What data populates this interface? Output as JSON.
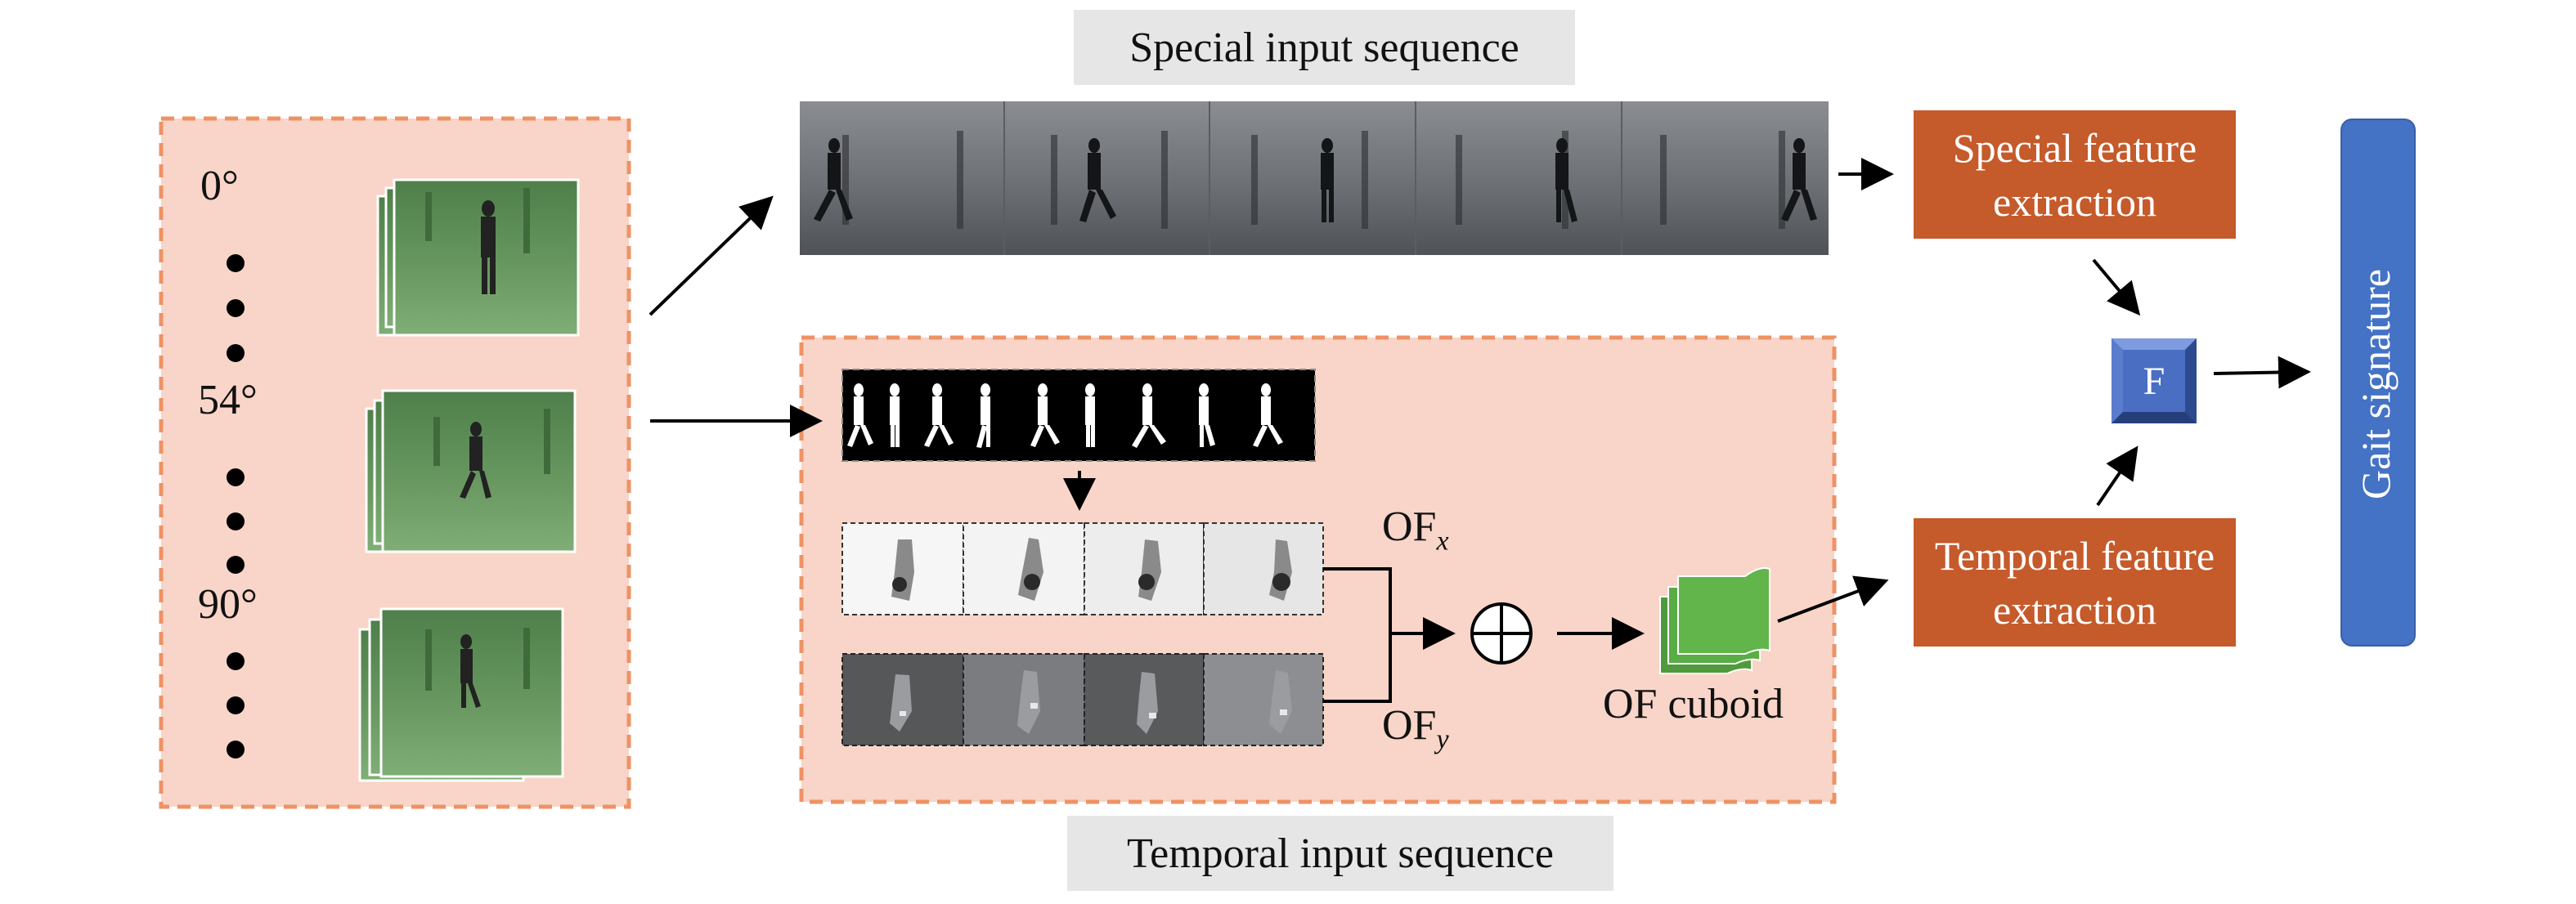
{
  "views": {
    "angle_0": "0°",
    "angle_54": "54°",
    "angle_90": "90°"
  },
  "labels": {
    "special_input": "Special input sequence",
    "temporal_input": "Temporal input sequence",
    "special_feature": "Special feature extraction",
    "temporal_feature": "Temporal feature extraction",
    "fusion": "F",
    "gait_signature": "Gait signature",
    "of_cuboid": "OF cuboid",
    "ofx_base": "OF",
    "ofx_sub": "x",
    "ofy_base": "OF",
    "ofy_sub": "y"
  },
  "colors": {
    "panel_fill": "#f8d5c8",
    "panel_border": "#ee9265",
    "orange_box": "#c55a2b",
    "blue_bar": "#4472c4",
    "fusion_box": "#4a6fc2",
    "cuboid_green": "#5aac44",
    "label_box": "#e7e6e6",
    "video_frame_green": "#5f8f5a",
    "gray_strip": "#6f7378"
  },
  "icons": {
    "fusion_operator": "circled-plus-icon",
    "fusion_box": "square-bevel-icon"
  }
}
